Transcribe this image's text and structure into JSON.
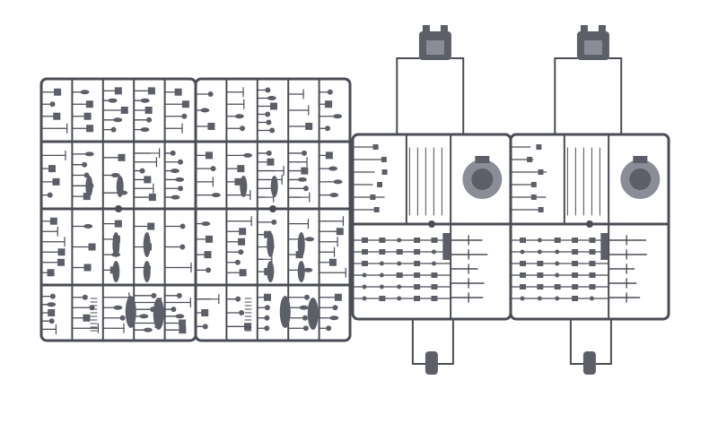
{
  "scene": {
    "background": "#ffffff",
    "sprue_color": "#4a4d55",
    "sprue_light": "#6b6e76",
    "part_color": "#5c5f68",
    "part_highlight": "#8a8d95",
    "panels": [
      {
        "name": "sprue-frame-a",
        "kind": "grid"
      },
      {
        "name": "sprue-frame-b",
        "kind": "grid"
      },
      {
        "name": "sprue-frame-c",
        "kind": "turret"
      },
      {
        "name": "sprue-frame-d",
        "kind": "turret"
      }
    ]
  }
}
